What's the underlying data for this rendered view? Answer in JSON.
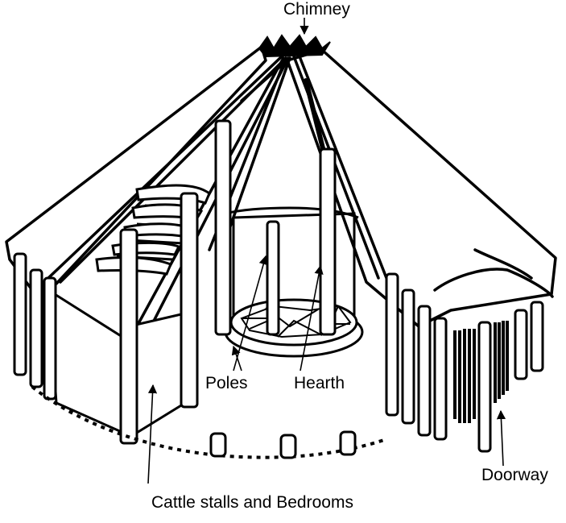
{
  "diagram": {
    "subject": "roundhouse cutaway illustration",
    "colors": {
      "ink": "#000000",
      "paper": "#ffffff"
    },
    "labels": {
      "chimney": "Chimney",
      "poles": "Poles",
      "hearth": "Hearth",
      "doorway": "Doorway",
      "cattle_stalls": "Cattle stalls and Bedrooms"
    }
  }
}
